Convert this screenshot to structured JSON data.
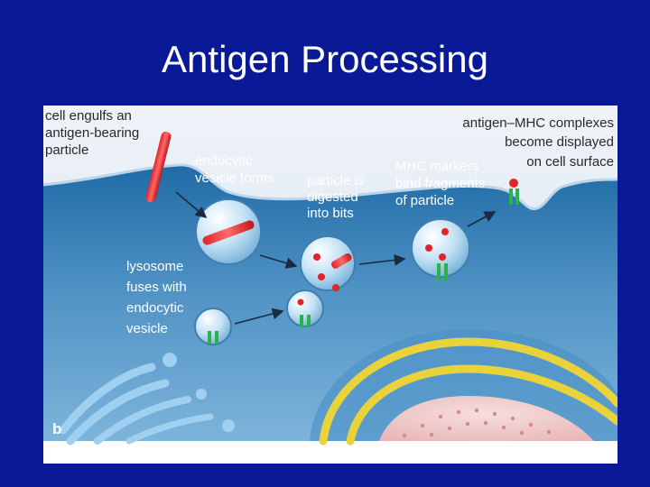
{
  "title": "Antigen Processing",
  "panel_label": "b",
  "labels": {
    "engulf": [
      "cell engulfs an",
      "antigen-bearing",
      "particle"
    ],
    "endocytic": [
      "endocytic",
      "vesicle forms"
    ],
    "digested": [
      "particle is",
      "digested",
      "into bits"
    ],
    "mhc_markers": [
      "MHC markers",
      "bind fragments",
      "of particle"
    ],
    "displayed": [
      "antigen–MHC complexes",
      "become displayed",
      "on cell surface"
    ],
    "lysosome": [
      "lysosome",
      "fuses with",
      "endocytic",
      "vesicle"
    ]
  },
  "colors": {
    "slide_background": "#0a1a96",
    "cell": "#4f92c4",
    "antigen": "#e0242a",
    "mhc_marker": "#2bb24c",
    "endoplasmic_reticulum": "#e9d23a",
    "nucleus": "#e8b8b8"
  }
}
